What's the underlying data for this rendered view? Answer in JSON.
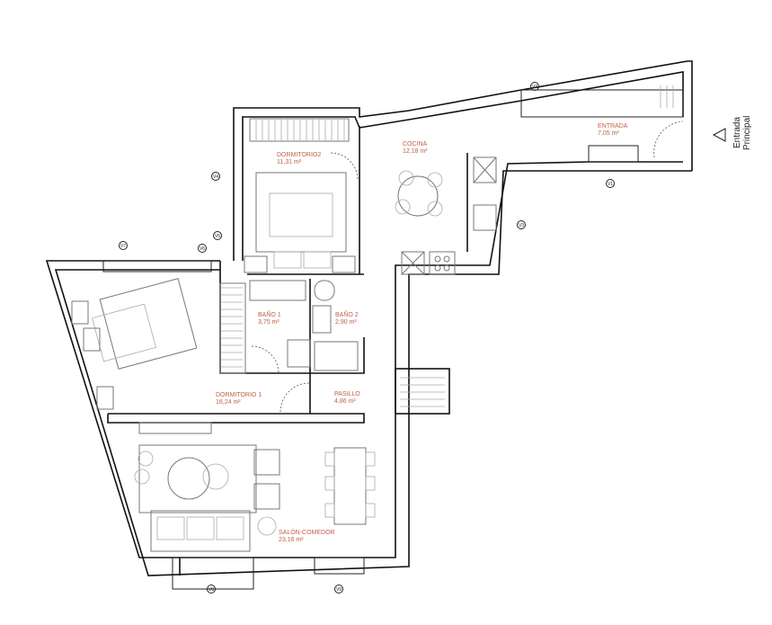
{
  "rooms": [
    {
      "name": "DORMITORIO2",
      "area": "11,31 m²"
    },
    {
      "name": "COCINA",
      "area": "12,18 m²"
    },
    {
      "name": "ENTRADA",
      "area": "7,05 m²"
    },
    {
      "name": "BAÑO 1",
      "area": "3,75 m²"
    },
    {
      "name": "BAÑO 2",
      "area": "2,90 m²"
    },
    {
      "name": "DORMITORIO 1",
      "area": "16,24 m²"
    },
    {
      "name": "PASILLO",
      "area": "4,86 m²"
    },
    {
      "name": "SALÓN-COMEDOR",
      "area": "23,16 m²"
    }
  ],
  "entrance": {
    "line1": "Entrada",
    "line2": "Principal"
  },
  "windows": [
    "V1",
    "V2",
    "V3",
    "V4",
    "V5",
    "V6",
    "V7",
    "V8",
    "V9"
  ]
}
